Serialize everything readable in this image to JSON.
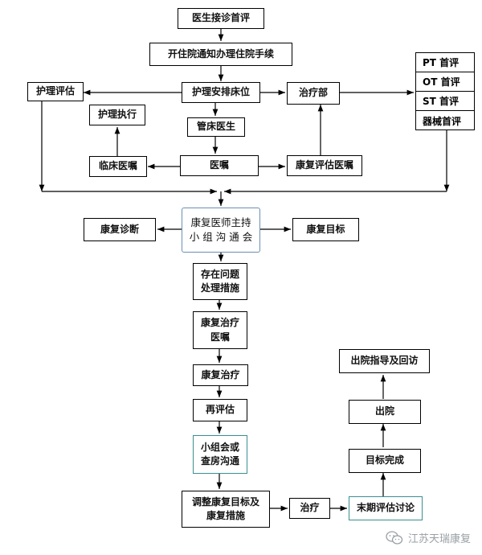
{
  "nodes": {
    "doctor_first_eval": "医生接诊首评",
    "admission": "开住院通知办理住院手续",
    "nursing_eval": "护理评估",
    "nursing_bed": "护理安排床位",
    "treatment_dept": "治疗部",
    "nursing_exec": "护理执行",
    "bed_doctor": "管床医生",
    "clinical_orders": "临床医嘱",
    "orders": "医嘱",
    "rehab_eval_orders": "康复评估医嘱",
    "team_meeting": "康复医师主持\n小 组 沟 通 会",
    "rehab_diagnosis": "康复诊断",
    "rehab_goal": "康复目标",
    "problems_measures": "存在问题\n处理措施",
    "rehab_treat_orders": "康复治疗\n医嘱",
    "rehab_treatment": "康复治疗",
    "reassessment": "再评估",
    "team_rounds": "小组会或\n查房沟通",
    "adjust_goals": "调整康复目标及\n康复措施",
    "treatment": "治疗",
    "final_eval": "末期评估讨论",
    "goal_complete": "目标完成",
    "discharge": "出院",
    "discharge_guidance": "出院指导及回访"
  },
  "therapy_first_evals": [
    "PT 首评",
    "OT 首评",
    "ST 首评",
    "器械首评"
  ],
  "watermark": {
    "text": "江苏天瑞康复",
    "icon": "wechat-icon"
  }
}
